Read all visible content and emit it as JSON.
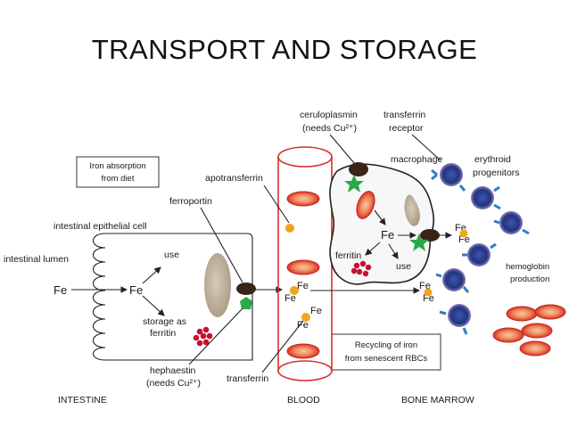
{
  "title": "TRANSPORT AND STORAGE",
  "boxes": {
    "absorption": [
      "Iron absorption",
      "from diet"
    ],
    "recycling": [
      "Recycling of iron",
      "from senescent RBCs"
    ]
  },
  "labels": {
    "ceruloplasmin": [
      "ceruloplasmin",
      "(needs Cu²⁺)"
    ],
    "transferrin_receptor": [
      "transferrin",
      "receptor"
    ],
    "macrophage": "macrophage",
    "erythroid": [
      "erythroid",
      "progenitors"
    ],
    "apotransferrin": "apotransferrin",
    "ferroportin": "ferroportin",
    "epithelial_cell": "intestinal epithelial cell",
    "lumen": "intestinal lumen",
    "use_epi": "use",
    "storage": [
      "storage as",
      "ferritin"
    ],
    "hephaestin": [
      "hephaestin",
      "(needs Cu²⁺)"
    ],
    "transferrin": "transferrin",
    "ferritin_macro": "ferritin",
    "use_macro": "use",
    "hemoglobin": [
      "hemoglobin",
      "production"
    ],
    "fe": "Fe"
  },
  "sections": {
    "intestine": "INTESTINE",
    "blood": "BLOOD",
    "bone_marrow": "BONE MARROW"
  },
  "colors": {
    "rbc_outer": "#d9302a",
    "rbc_inner": "#f2a47a",
    "vessel": "#d9302a",
    "green_protein": "#2aa84a",
    "dark_protein": "#3a2418",
    "iron_dot": "#f0a51c",
    "erythroid_body": "#2b3f8f",
    "erythroid_ring": "#8a7fc0",
    "receptor": "#2f7ec7",
    "macrophage_fill": "#f7f7f7",
    "nucleus": "#c9bba6",
    "ferritin_dots": "#c8102e"
  },
  "icons": [
    "cell-membrane",
    "microvilli",
    "vessel",
    "rbc",
    "erythroid-cell",
    "macrophage",
    "ferritin-cluster"
  ]
}
